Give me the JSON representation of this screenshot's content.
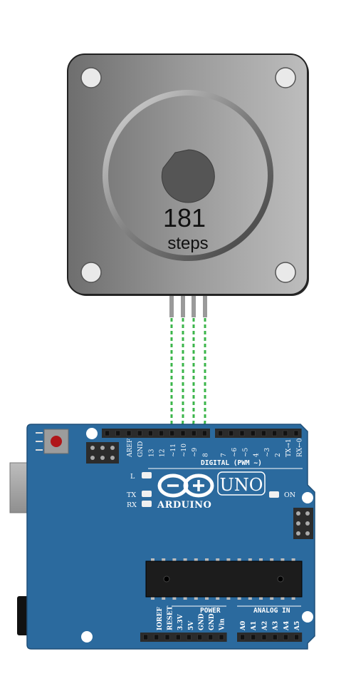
{
  "motor": {
    "position_value": "181",
    "position_unit": "steps",
    "wire_count": 4
  },
  "board": {
    "brand": "ARDUINO",
    "model": "UNO",
    "header_digital_label": "DIGITAL (PWM ~)",
    "power_label": "POWER",
    "analog_label": "ANALOG IN",
    "on_label": "ON",
    "led_labels": {
      "l": "L",
      "tx": "TX",
      "rx": "RX"
    },
    "top_pins": [
      "AREF",
      "GND",
      "13",
      "12",
      "~11",
      "~10",
      "~9",
      "8",
      "7",
      "~6",
      "~5",
      "4",
      "~3",
      "2",
      "TX→1",
      "RX←0"
    ],
    "power_pins": [
      "IOREF",
      "RESET",
      "3.3V",
      "5V",
      "GND",
      "GND",
      "Vin"
    ],
    "analog_pins": [
      "A0",
      "A1",
      "A2",
      "A3",
      "A4",
      "A5"
    ]
  },
  "colors": {
    "board": "#2b6a9e",
    "wire": "#3bb54a",
    "motor_body": "#8a8a8a",
    "motor_shaft": "#4f4f4f",
    "reset_button": "#b0161a"
  }
}
